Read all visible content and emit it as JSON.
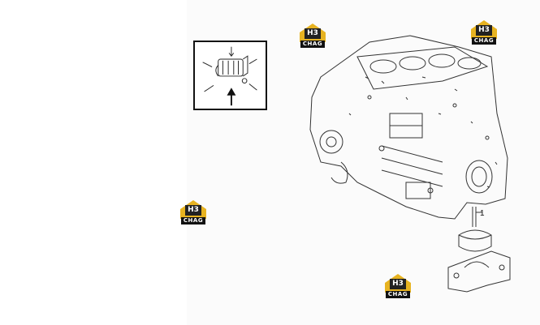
{
  "logo": {
    "mark": "H3",
    "word": "CHAG",
    "color": "#e7b321"
  },
  "callout_label": "1"
}
